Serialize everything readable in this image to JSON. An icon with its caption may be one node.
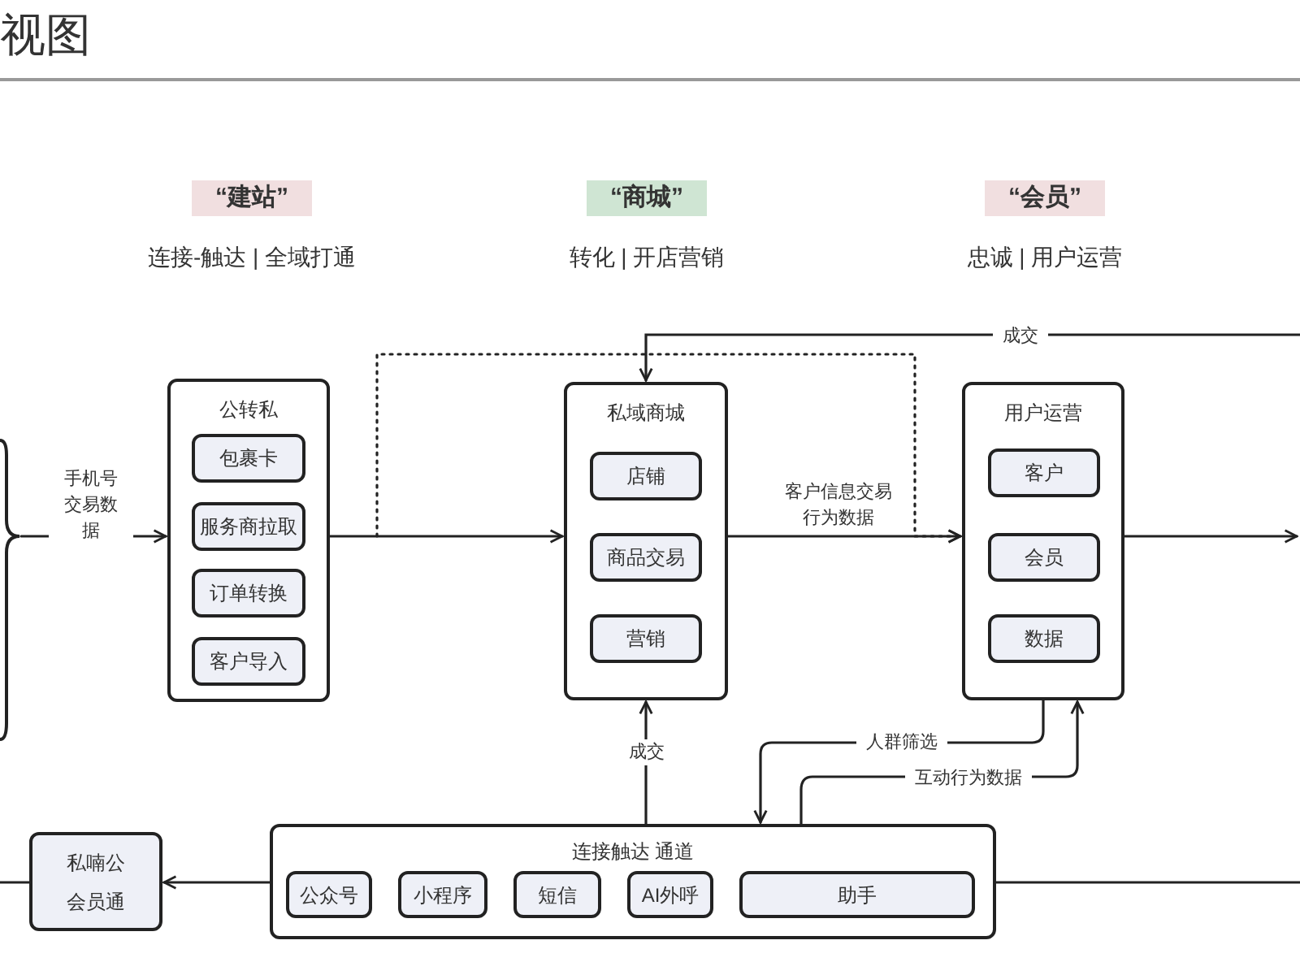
{
  "diagram": {
    "title": "视图",
    "nodes": [
      {
        "text": [
          "“建站”"
        ]
      },
      {
        "text": [
          "“商城”"
        ]
      },
      {
        "text": [
          "“会员”"
        ]
      },
      {
        "text": [
          "公转私"
        ]
      },
      {
        "text": [
          "包裹卡"
        ],
        "in": 3
      },
      {
        "text": [
          "服务商拉取"
        ],
        "in": 3
      },
      {
        "text": [
          "订单转换"
        ],
        "in": 3
      },
      {
        "text": [
          "客户导入"
        ],
        "in": 3
      },
      {
        "text": [
          "私域商城"
        ]
      },
      {
        "text": [
          "店铺"
        ],
        "in": 8
      },
      {
        "text": [
          "商品交易"
        ],
        "in": 8
      },
      {
        "text": [
          "营销"
        ],
        "in": 8
      },
      {
        "text": [
          "用户运营"
        ]
      },
      {
        "text": [
          "客户"
        ],
        "in": 12
      },
      {
        "text": [
          "会员"
        ],
        "in": 12
      },
      {
        "text": [
          "数据"
        ],
        "in": 12
      },
      {
        "text": [
          "私喃公会员通"
        ]
      },
      {
        "text": [
          "连接触达 通道"
        ]
      },
      {
        "text": [
          "公众号"
        ],
        "in": 17
      },
      {
        "text": [
          "小程序"
        ],
        "in": 17
      },
      {
        "text": [
          "短信"
        ],
        "in": 17
      },
      {
        "text": [
          "AI外呼"
        ],
        "in": 17
      },
      {
        "text": [
          "助手"
        ],
        "in": 17
      },
      {
        "text": [],
        "shape": "brace"
      }
    ],
    "edges": [
      {
        "from": 23,
        "to": 3,
        "arrow": "to",
        "label": "手机号交易数据"
      },
      {
        "from": 3,
        "to": 8,
        "arrow": "to"
      },
      {
        "from": 3,
        "to": 12,
        "arrow": "to",
        "style": "dashed"
      },
      {
        "from": 8,
        "to": 12,
        "arrow": "to",
        "label": "客户信息交易行为数据"
      },
      {
        "from": null,
        "to": 8,
        "arrow": "to",
        "label": "成交"
      },
      {
        "from": 12,
        "to": null,
        "arrow": "to"
      },
      {
        "from": 17,
        "to": 8,
        "arrow": "to",
        "label": "成交"
      },
      {
        "from": 12,
        "to": 17,
        "arrow": "to",
        "label": "人群筛选"
      },
      {
        "from": 17,
        "to": 12,
        "arrow": "to",
        "label": "互动行为数据"
      },
      {
        "from": 17,
        "to": 16,
        "arrow": "to"
      },
      {
        "from": 16,
        "to": null,
        "arrow": "none"
      },
      {
        "from": 17,
        "to": null,
        "arrow": "none"
      }
    ],
    "labels": [
      "连接-触达 | 全域打通",
      "转化 | 开店营销",
      "忠诚 | 用户运营"
    ]
  }
}
